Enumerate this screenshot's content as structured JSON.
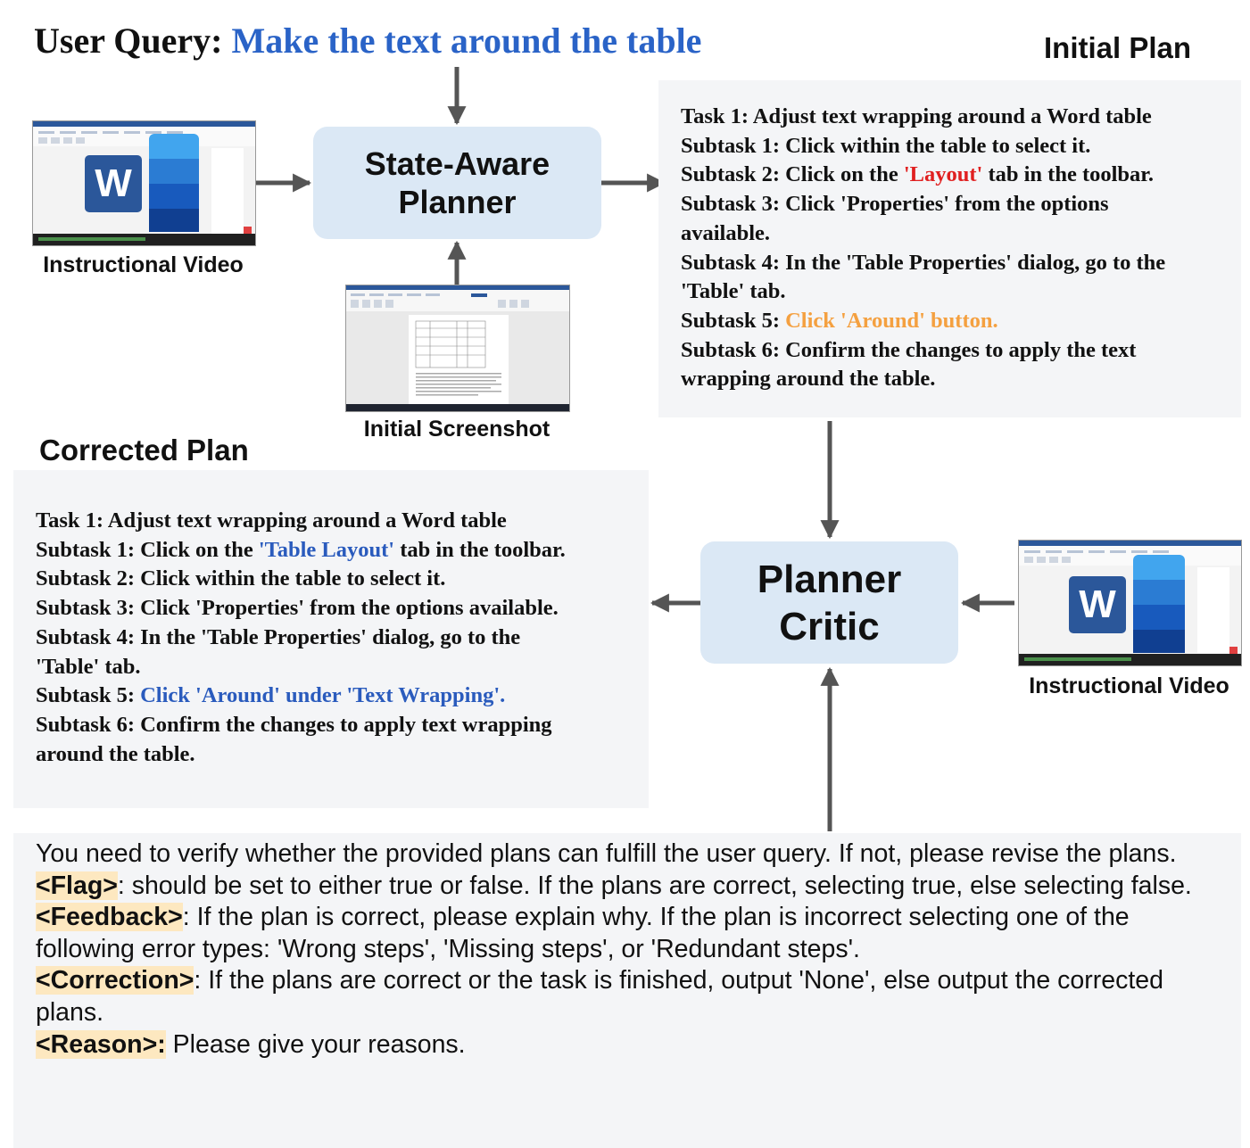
{
  "query": {
    "prefix": "User Query: ",
    "text": "Make the text around the table"
  },
  "headings": {
    "initial_plan": "Initial Plan",
    "corrected_plan": "Corrected Plan"
  },
  "nodes": {
    "planner": {
      "line1": "State-Aware",
      "line2": "Planner"
    },
    "critic": {
      "line1": "Planner",
      "line2": "Critic"
    }
  },
  "captions": {
    "video_top": "Instructional Video",
    "screenshot": "Initial Screenshot",
    "video_bottom": "Instructional Video"
  },
  "initial_plan": {
    "task": "Task 1: Adjust text wrapping around a Word table",
    "s1": "Subtask 1: Click within the table to select it.",
    "s2_pre": "Subtask 2: Click on the ",
    "s2_hl": "'Layout'",
    "s2_post": " tab in the toolbar.",
    "s3a": "Subtask 3: Click 'Properties' from the options",
    "s3b": "available.",
    "s4a": "Subtask 4: In the 'Table Properties' dialog, go to the",
    "s4b": "'Table' tab.",
    "s5_pre": "Subtask 5: ",
    "s5_hl": "Click 'Around' button.",
    "s6a": "Subtask 6: Confirm the changes to apply the text",
    "s6b": "wrapping around the table."
  },
  "corrected_plan": {
    "task": "Task 1: Adjust text wrapping around a Word table",
    "s1_pre": "Subtask 1: Click on the ",
    "s1_hl": "'Table Layout'",
    "s1_post": " tab in the toolbar.",
    "s2": "Subtask 2: Click within the table to select it.",
    "s3": "Subtask 3: Click 'Properties' from the options available.",
    "s4a": "Subtask 4: In the 'Table Properties' dialog, go to the",
    "s4b": "'Table' tab.",
    "s5_pre": "Subtask 5: ",
    "s5_hl": "Click 'Around' under 'Text Wrapping'.",
    "s6a": "Subtask 6: Confirm the changes to apply text wrapping",
    "s6b": "around the table."
  },
  "prompt": {
    "intro": "You need to verify whether the provided plans can fulfill the user query. If not, please revise the plans.",
    "flag_tag": "<Flag>",
    "flag_text": ": should be set to either true or false. If the plans are correct, selecting true, else selecting false.",
    "feedback_tag": "<Feedback>",
    "feedback_text": ": If the plan is correct, please explain why. If the plan is incorrect selecting one of the following error types: 'Wrong steps', 'Missing steps', or 'Redundant steps'.",
    "correction_tag": "<Correction>",
    "correction_text": ": If the plans are correct or the task is finished, output 'None', else output the corrected plans.",
    "reason_tag": "<Reason>:",
    "reason_text": " Please give your reasons."
  },
  "icons": {
    "word_letter": "W"
  },
  "colors": {
    "query": "#2a63c7",
    "node_fill": "#dbe8f5",
    "panel_fill": "#f4f5f7",
    "highlight_red": "#e02020",
    "highlight_orange": "#f4a040",
    "highlight_blue": "#2a5bbd",
    "tag_bg": "#fde8c0",
    "arrow": "#555555",
    "word_blue": "#2b579a"
  }
}
